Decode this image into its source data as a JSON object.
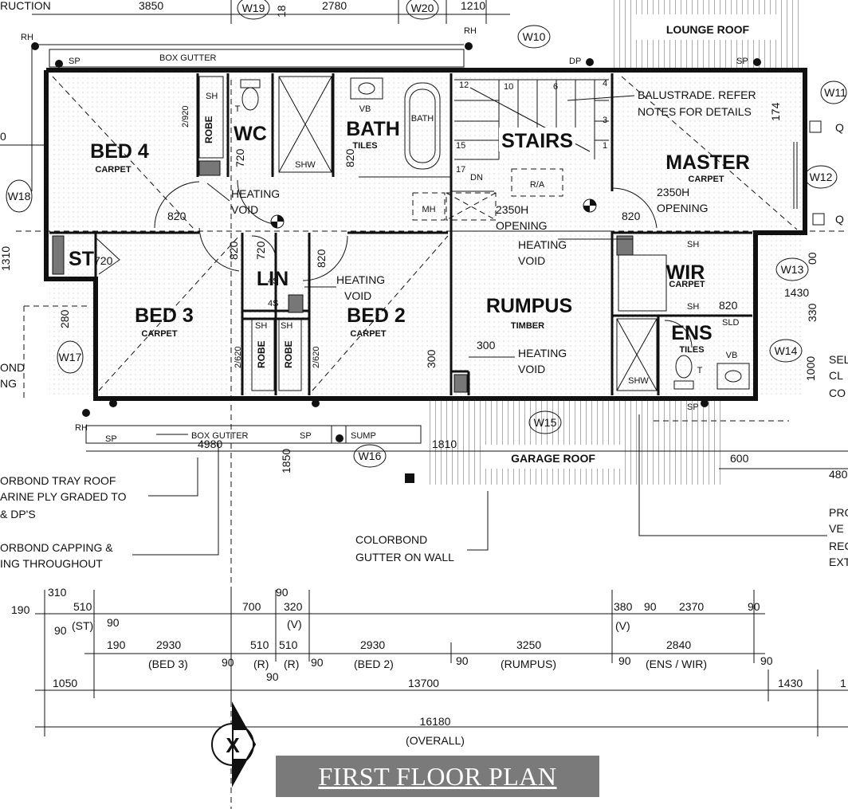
{
  "title": "FIRST FLOOR PLAN",
  "section_marker": "X",
  "rooms": [
    {
      "name": "BED 4",
      "finish": "CARPET"
    },
    {
      "name": "WC",
      "finish": ""
    },
    {
      "name": "BATH",
      "finish": "TILES"
    },
    {
      "name": "STAIRS",
      "finish": ""
    },
    {
      "name": "MASTER",
      "finish": "CARPET"
    },
    {
      "name": "BED 3",
      "finish": "CARPET"
    },
    {
      "name": "BED 2",
      "finish": "CARPET"
    },
    {
      "name": "RUMPUS",
      "finish": "TIMBER"
    },
    {
      "name": "WIR",
      "finish": "CARPET"
    },
    {
      "name": "ENS",
      "finish": "TILES"
    },
    {
      "name": "LIN",
      "finish": ""
    },
    {
      "name": "ST",
      "finish": ""
    }
  ],
  "vertical_labels": {
    "robe": "ROBE",
    "robe_dim_bed4": "2/920",
    "robe_dim_bed3": "2/620",
    "robe_dim_bed2": "2/620"
  },
  "fixtures": {
    "shw": "SHW",
    "vb": "VB",
    "bath": "BATH",
    "t": "T",
    "sh": "SH",
    "shelf_4s": "4S",
    "mh": "MH",
    "ra": "R/A",
    "dn": "DN",
    "sld": "SLD",
    "dp": "DP",
    "sp": "SP",
    "rh": "RH"
  },
  "stair_numbers": [
    "12",
    "10",
    "6",
    "4",
    "3",
    "1",
    "15",
    "17"
  ],
  "notes": {
    "heating_void": [
      "HEATING",
      "VOID"
    ],
    "opening": [
      "2350H",
      "OPENING"
    ],
    "balustrade": [
      "BALUSTRADE. REFER",
      "NOTES FOR DETAILS"
    ],
    "box_gutter": "BOX GUTTER",
    "sump": "SUMP",
    "lounge_roof": "LOUNGE ROOF",
    "garage_roof": "GARAGE ROOF",
    "colorbond_gutter": [
      "COLORBOND",
      "GUTTER ON WALL"
    ],
    "left_note_1": [
      "ORBOND TRAY ROOF",
      "ARINE PLY GRADED TO",
      "& DP'S"
    ],
    "left_note_2": [
      "ORBOND CAPPING &",
      "ING THROUGHOUT"
    ],
    "left_edge": [
      "OND",
      "NG"
    ],
    "top_left": "RUCTION",
    "right_note_1": [
      "SEL",
      "CL",
      "CO"
    ],
    "right_note_2": [
      "PRO",
      "VE",
      "REC",
      "EXT"
    ]
  },
  "windows": [
    "W19",
    "W20",
    "W10",
    "W18",
    "W17",
    "W16",
    "W15",
    "W11",
    "W12",
    "W13",
    "W14"
  ],
  "door_widths": {
    "d_bed4": "820",
    "d_wc": "720",
    "d_bath": "820",
    "d_st": "720",
    "d_bed3": "820",
    "d_lin": "720",
    "d_bed2": "820",
    "d_master": "820",
    "d_wir": "820",
    "d_ens": "820",
    "d_rumpus": "300",
    "d_300": "300"
  },
  "dimensions": {
    "top": [
      "3850",
      "2780",
      "1210",
      "18"
    ],
    "left": [
      "0",
      "1310",
      "280"
    ],
    "mid": [
      "4980",
      "1850",
      "1810",
      "600",
      "480",
      "1430",
      "1000",
      "330",
      "00",
      "174"
    ],
    "row1": [
      "190",
      "310",
      "510",
      "(ST)",
      "90",
      "90",
      "90",
      "700",
      "320",
      "(V)",
      "380",
      "(V)",
      "90",
      "2370",
      "90"
    ],
    "row2": [
      "190",
      "2930",
      "(BED 3)",
      "90",
      "510",
      "510",
      "(R)",
      "(R)",
      "90",
      "90",
      "2930",
      "(BED 2)",
      "90",
      "3250",
      "(RUMPUS)",
      "90",
      "2840",
      "(ENS / WIR)",
      "90"
    ],
    "row3": [
      "1050",
      "13700",
      "1430",
      "1"
    ],
    "row4": [
      "16180",
      "(OVERALL)"
    ]
  }
}
